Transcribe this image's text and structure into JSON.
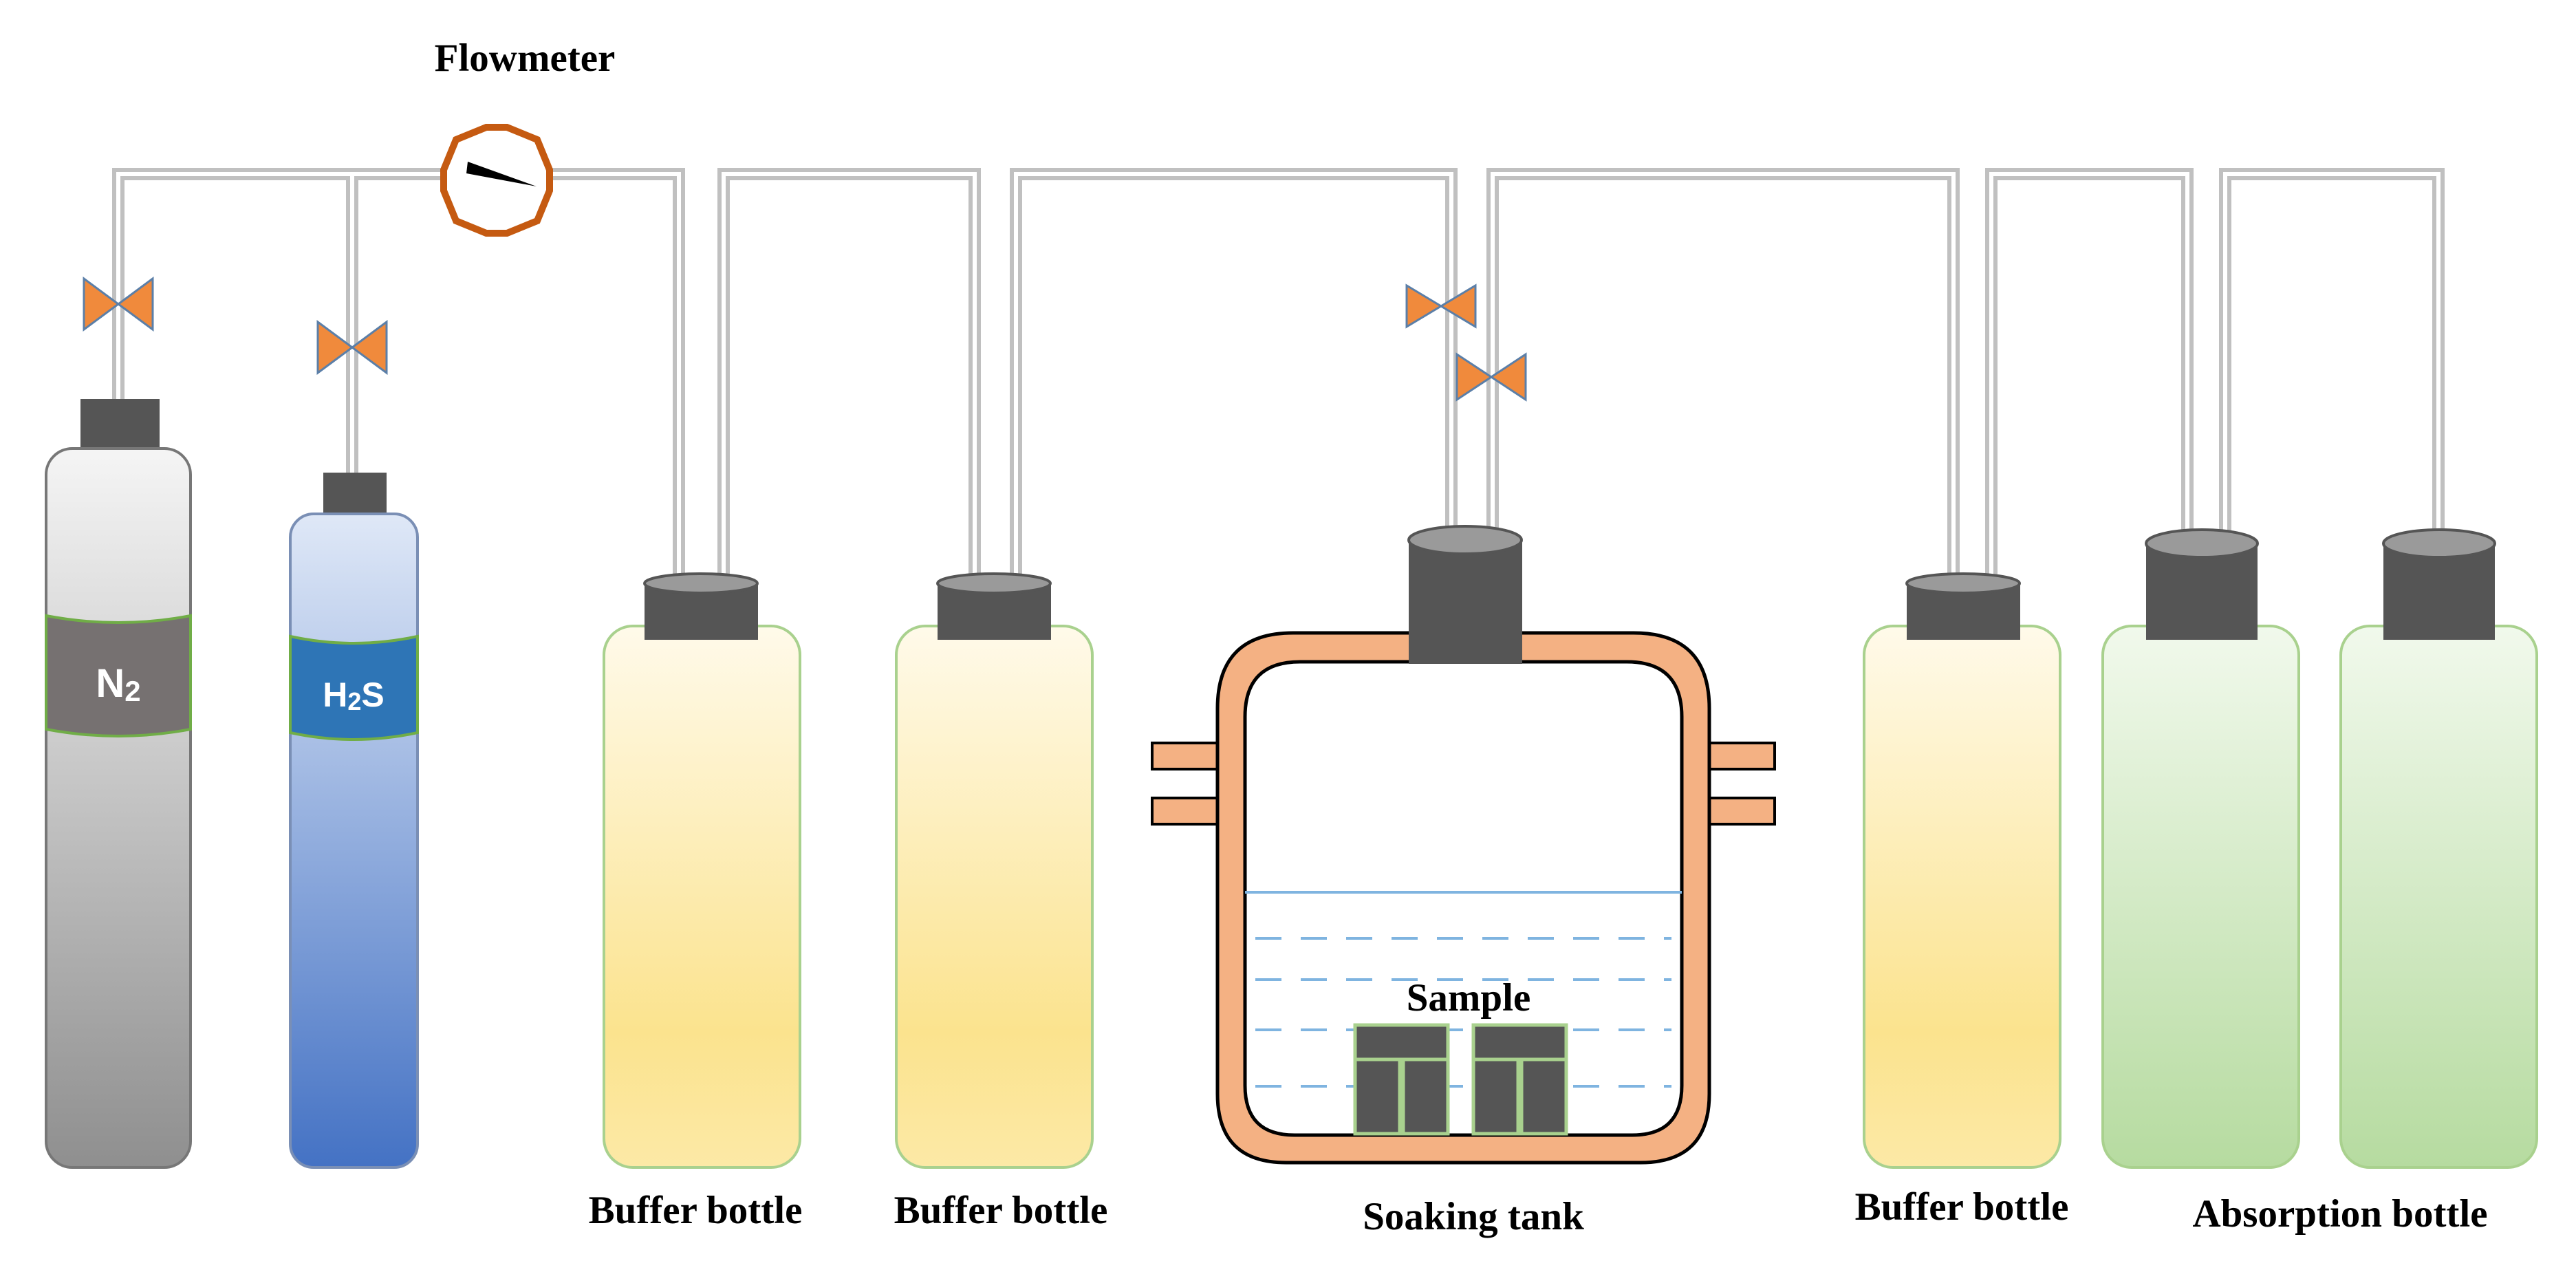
{
  "labels": {
    "flowmeter": "Flowmeter",
    "buffer_1": "Buffer bottle",
    "buffer_2": "Buffer bottle",
    "soaking_tank": "Soaking tank",
    "buffer_3": "Buffer bottle",
    "absorption": "Absorption bottle",
    "sample": "Sample"
  },
  "cylinders": {
    "n2": {
      "main": "N",
      "sub": "2"
    },
    "h2s": {
      "main": "H",
      "sub": "2",
      "tail": "S"
    }
  },
  "colors": {
    "pipe": "#c0c0c0",
    "valve": "#f08a3c",
    "valve_edge": "#5b7fa8",
    "cap": "#555555",
    "buffer_liquid": "#fbe38e",
    "absorption_liquid": "#b6dba0",
    "tank": "#f4b183",
    "n2_cylinder": "#8f8f8f",
    "h2s_cylinder": "#4472c4",
    "water_line": "#7fb4e0"
  }
}
